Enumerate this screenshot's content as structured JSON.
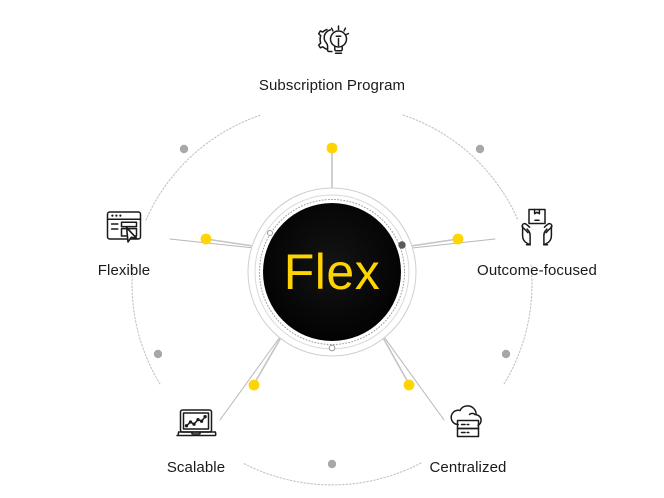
{
  "diagram": {
    "type": "radial-hub-and-spoke",
    "background_color": "#ffffff",
    "accent_color": "#FFD400",
    "hub_color": "#000000",
    "line_color": "#b5b5b5",
    "text_color": "#1a1a1a",
    "hub": {
      "label": "Flex",
      "label_color": "#FFD400"
    },
    "nodes": [
      {
        "id": "subscription-program",
        "label": "Subscription Program",
        "icon": "lightbulb-gear-head-icon",
        "position": "top",
        "spoke_dot_color": "#FFD400"
      },
      {
        "id": "outcome-focused",
        "label": "Outcome-focused",
        "icon": "hands-holding-box-icon",
        "position": "right",
        "spoke_dot_color": "#FFD400"
      },
      {
        "id": "centralized",
        "label": "Centralized",
        "icon": "cloud-server-icon",
        "position": "bottom-right",
        "spoke_dot_color": "#FFD400"
      },
      {
        "id": "scalable",
        "label": "Scalable",
        "icon": "laptop-chart-icon",
        "position": "bottom-left",
        "spoke_dot_color": "#FFD400"
      },
      {
        "id": "flexible",
        "label": "Flexible",
        "icon": "browser-window-cursor-icon",
        "position": "left",
        "spoke_dot_color": "#FFD400"
      }
    ],
    "outer_arc_markers": [
      {
        "id": "marker-upper-left",
        "color": "#a8a8a8"
      },
      {
        "id": "marker-upper-right",
        "color": "#a8a8a8"
      },
      {
        "id": "marker-lower-right",
        "color": "#a8a8a8"
      },
      {
        "id": "marker-bottom",
        "color": "#a8a8a8"
      },
      {
        "id": "marker-lower-left",
        "color": "#a8a8a8"
      }
    ]
  }
}
